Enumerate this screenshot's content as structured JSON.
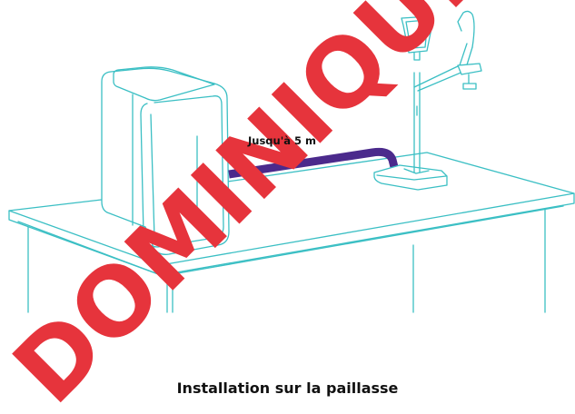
{
  "diagram": {
    "distance_label": "Jusqu'à 5 m",
    "caption": "Installation sur la paillasse"
  },
  "watermark": {
    "text": "DOMINIQUE"
  },
  "colors": {
    "line_art": "#3bbfc4",
    "hose": "#4b2a8c",
    "watermark": "#e6343c",
    "text": "#111111",
    "background": "#ffffff"
  }
}
